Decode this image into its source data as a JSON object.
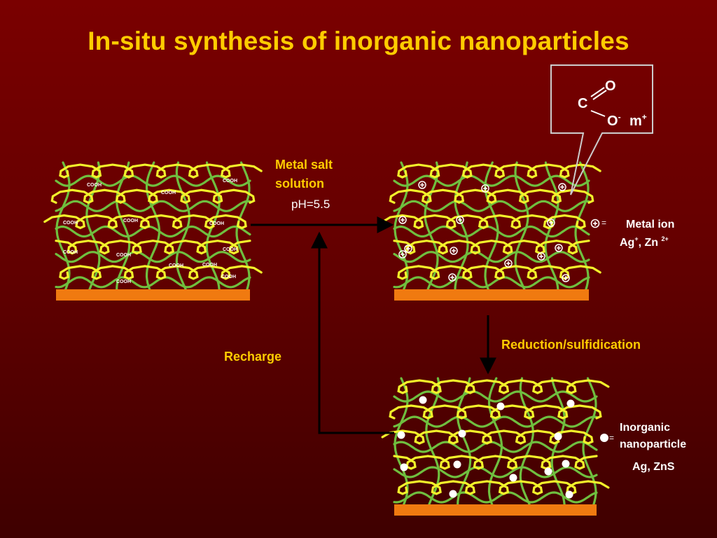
{
  "title": "In-situ synthesis of inorganic nanoparticles",
  "arrows": {
    "metal_salt_line1": "Metal salt",
    "metal_salt_line2": "solution",
    "ph": "pH=5.5",
    "reduction": "Reduction/sulfidication",
    "recharge": "Recharge"
  },
  "callout": {
    "carbon": "C",
    "oxygen": "O",
    "o_minus_base": "O",
    "o_minus_sup": "-",
    "m_base": "m",
    "m_sup": "+"
  },
  "legend_ion": {
    "equals": "=",
    "line1": "Metal ion",
    "ag": "Ag",
    "ag_sup": "+",
    "sep": ", Zn ",
    "zn_sup": "2+"
  },
  "legend_np": {
    "equals": "=",
    "line1": "Inorganic",
    "line2": "nanoparticle",
    "line3": "Ag, ZnS"
  },
  "cooh_label": "COOH",
  "colors": {
    "background": "#7a0000",
    "title": "#ffcc00",
    "yellow_chain": "#f2f22a",
    "green_chain": "#6fbf3f",
    "substrate": "#f07a10"
  }
}
